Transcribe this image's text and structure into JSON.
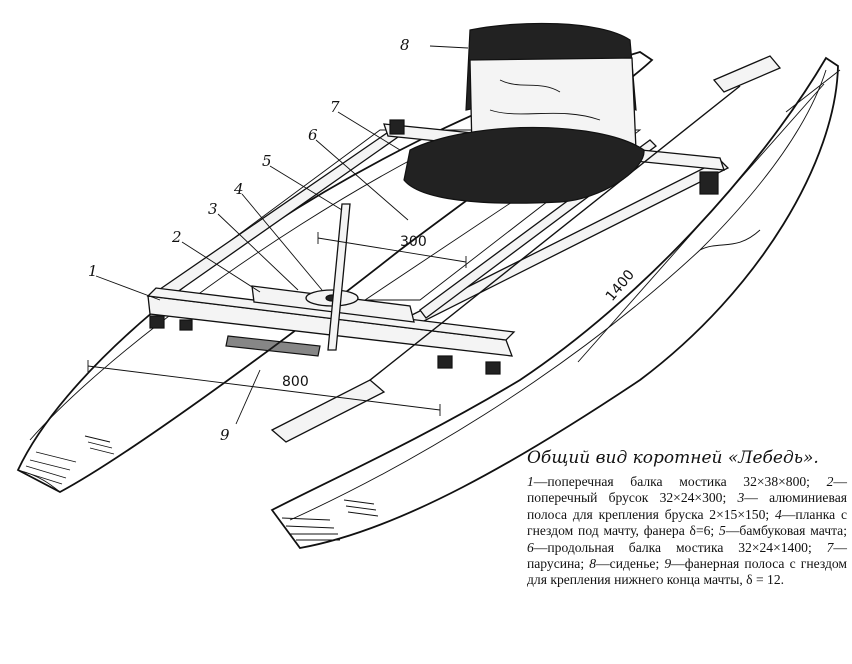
{
  "labels": {
    "n1": "1",
    "n2": "2",
    "n3": "3",
    "n4": "4",
    "n5": "5",
    "n6": "6",
    "n7": "7",
    "n8": "8",
    "n9": "9"
  },
  "dimensions": {
    "d300": "300",
    "d800": "800",
    "d1400": "1400"
  },
  "caption": {
    "title": "Общий вид коротней «Лебедь».",
    "items": [
      {
        "num": "1",
        "text": "—поперечная балка мостика 32×38×800;"
      },
      {
        "num": "2",
        "text": "— поперечный брусок 32×24×300;"
      },
      {
        "num": "3",
        "text": "— алюминиевая полоса для крепления бруска 2×15×150;"
      },
      {
        "num": "4",
        "text": "—планка с гнездом под мачту, фанера δ=6;"
      },
      {
        "num": "5",
        "text": "—бамбуковая мачта;"
      },
      {
        "num": "6",
        "text": "—продольная балка мостика 32×24×1400;"
      },
      {
        "num": "7",
        "text": "— парусина;"
      },
      {
        "num": "8",
        "text": "—сиденье;"
      },
      {
        "num": "9",
        "text": "—фанерная полоса с гнездом для крепления нижнего конца мачты, δ = 12."
      }
    ]
  }
}
